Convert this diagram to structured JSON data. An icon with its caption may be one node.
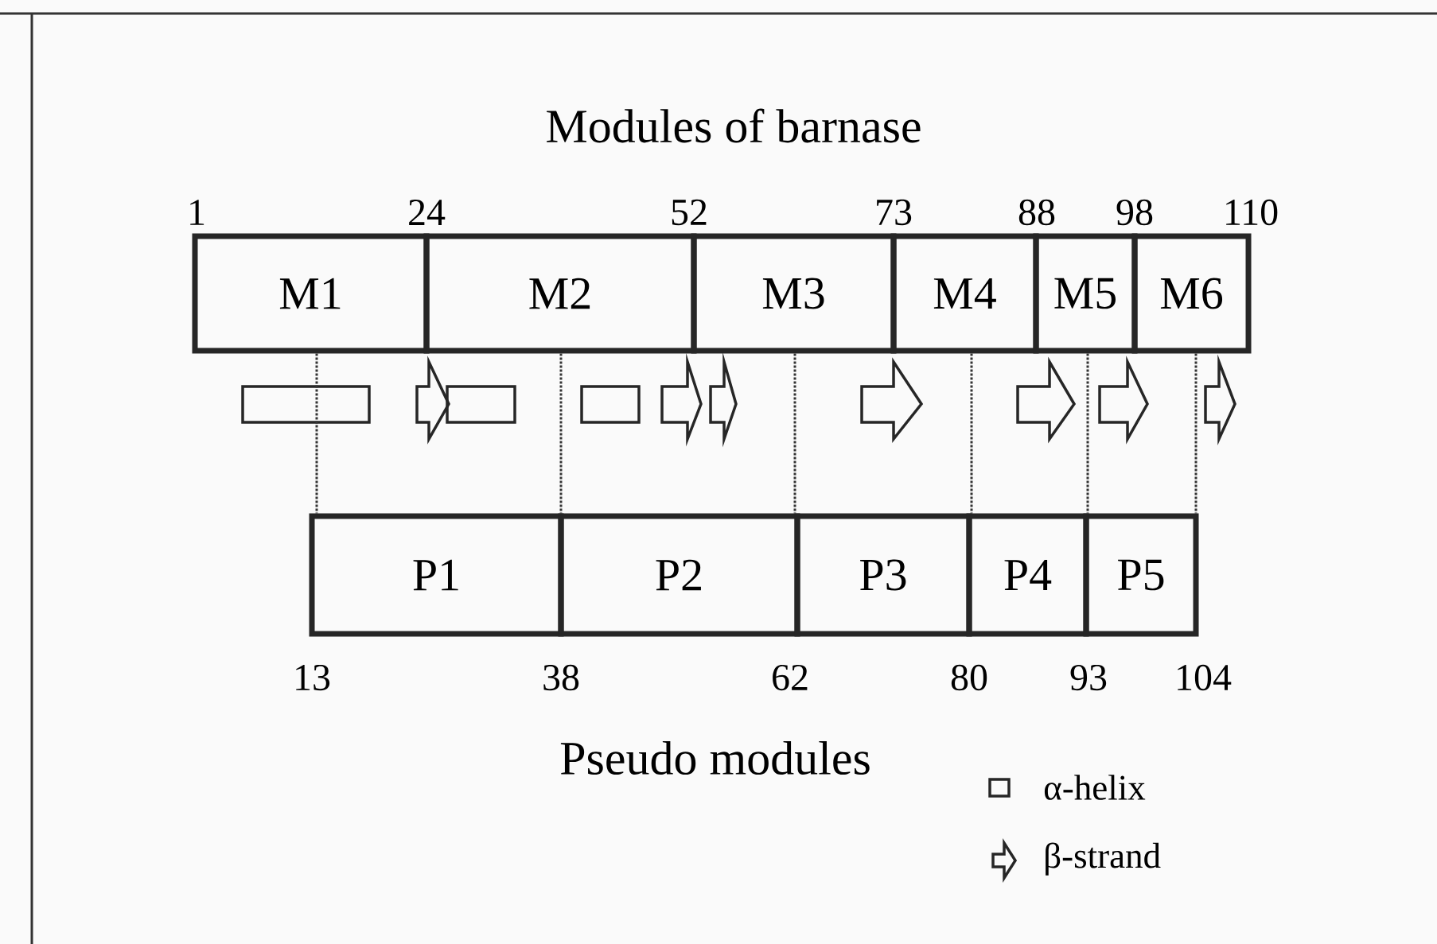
{
  "diagram": {
    "title": "Modules of barnase",
    "nodes": [
      {
        "text": [
          "M1"
        ]
      },
      {
        "text": [
          "M2"
        ]
      },
      {
        "text": [
          "M3"
        ]
      },
      {
        "text": [
          "M4"
        ]
      },
      {
        "text": [
          "M5"
        ]
      },
      {
        "text": [
          "M6"
        ]
      },
      {
        "text": [
          "P1"
        ]
      },
      {
        "text": [
          "P2"
        ]
      },
      {
        "text": [
          "P3"
        ]
      },
      {
        "text": [
          "P4"
        ]
      },
      {
        "text": [
          "P5"
        ]
      }
    ],
    "edges": [
      {
        "from": 0,
        "to": 6,
        "arrow": "none",
        "style": "dashed"
      },
      {
        "from": 1,
        "to": 7,
        "arrow": "none",
        "style": "dashed"
      },
      {
        "from": 2,
        "to": 8,
        "arrow": "none",
        "style": "dashed"
      },
      {
        "from": 3,
        "to": 9,
        "arrow": "none",
        "style": "dashed"
      },
      {
        "from": 4,
        "to": 10,
        "arrow": "none",
        "style": "dashed"
      },
      {
        "from": 5,
        "to": 10,
        "arrow": "none",
        "style": "dashed"
      }
    ],
    "labels": [
      "1",
      "24",
      "52",
      "73",
      "88",
      "98",
      "110",
      "13",
      "38",
      "62",
      "80",
      "93",
      "104",
      "Pseudo modules"
    ],
    "legend": [
      {
        "text": "α-helix"
      },
      {
        "text": "β-strand"
      }
    ]
  }
}
